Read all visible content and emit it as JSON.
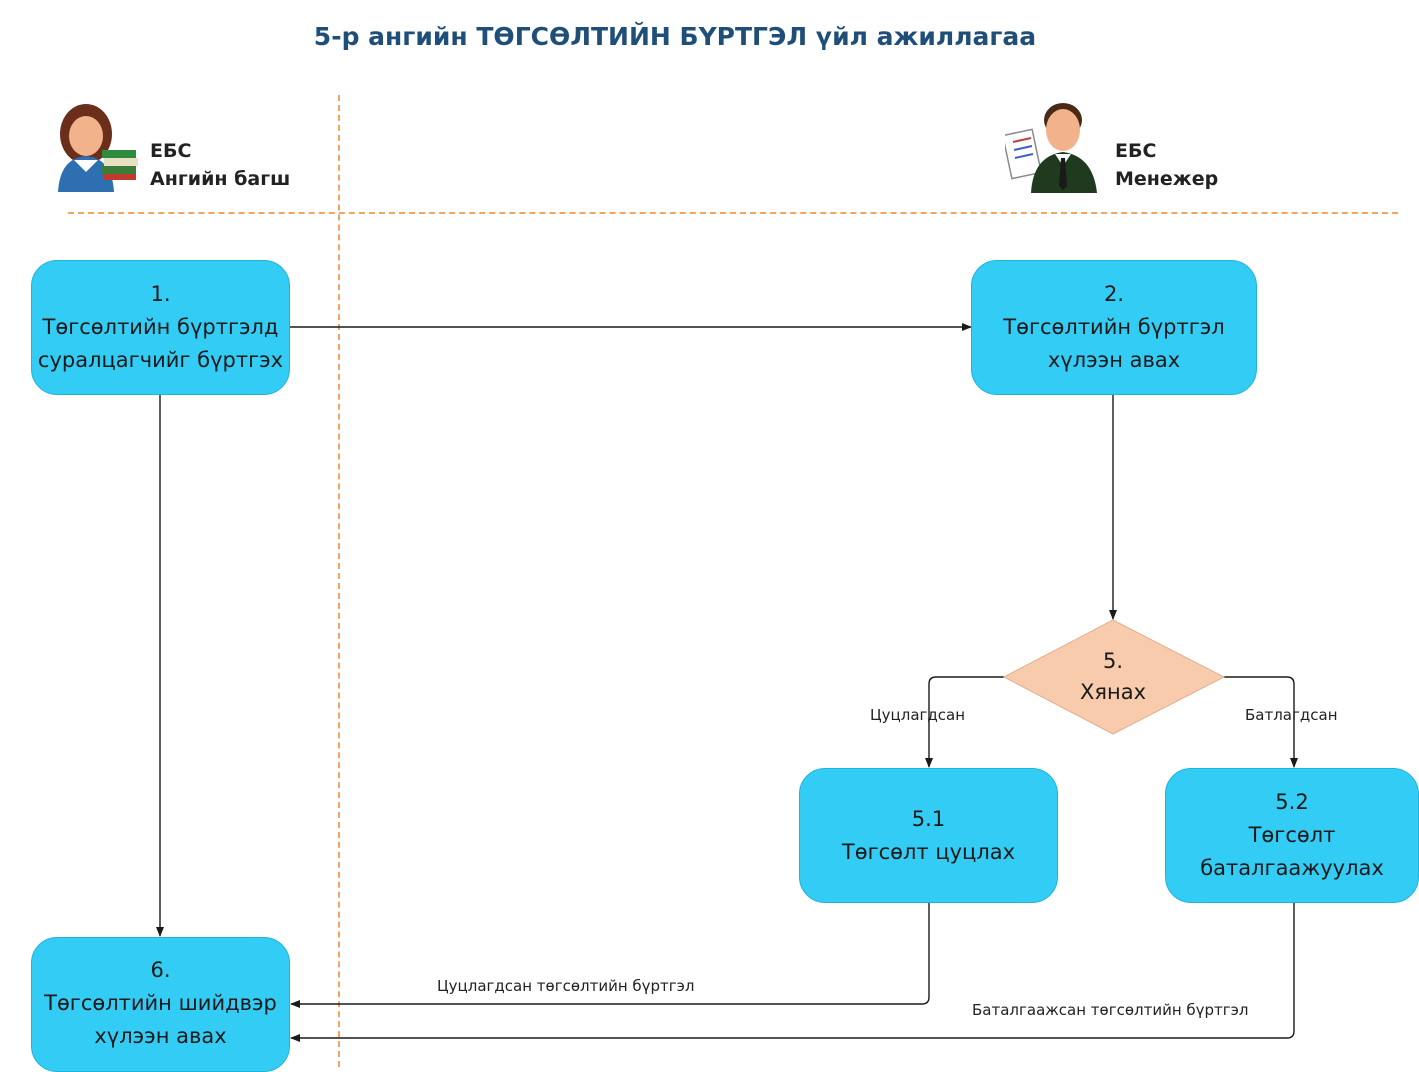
{
  "title": "5-р ангийн ТӨГСӨЛТИЙН БҮРТГЭЛ үйл ажиллагаа",
  "roles": {
    "teacher": {
      "line1": "ЕБС",
      "line2": "Ангийн багш",
      "icon": "teacher-avatar-icon"
    },
    "manager": {
      "line1": "ЕБС",
      "line2": "Менежер",
      "icon": "manager-avatar-icon"
    }
  },
  "nodes": {
    "n1": {
      "num": "1.",
      "line1": "Төгсөлтийн бүртгэлд",
      "line2": "суралцагчийг  бүртгэх"
    },
    "n2": {
      "num": "2.",
      "line1": "Төгсөлтийн бүртгэл",
      "line2": "хүлээн авах"
    },
    "n5": {
      "num": "5.",
      "line1": "Хянах"
    },
    "n51": {
      "num": "5.1",
      "line1": "Төгсөлт цуцлах"
    },
    "n52": {
      "num": "5.2",
      "line1": "Төгсөлт",
      "line2": "баталгаажуулах"
    },
    "n6": {
      "num": "6.",
      "line1": "Төгсөлтийн шийдвэр",
      "line2": "хүлээн авах"
    }
  },
  "edges": {
    "cancelled_branch": "Цуцлагдсан",
    "approved_branch": "Батлагдсан",
    "cancelled_record": "Цуцлагдсан төгсөлтийн бүртгэл",
    "approved_record": "Баталгаажсан төгсөлтийн бүртгэл"
  },
  "colors": {
    "process_box": "#33ccf5",
    "decision": "#f8cbad",
    "lane_divider": "#f4a460",
    "title": "#1f4e79"
  }
}
